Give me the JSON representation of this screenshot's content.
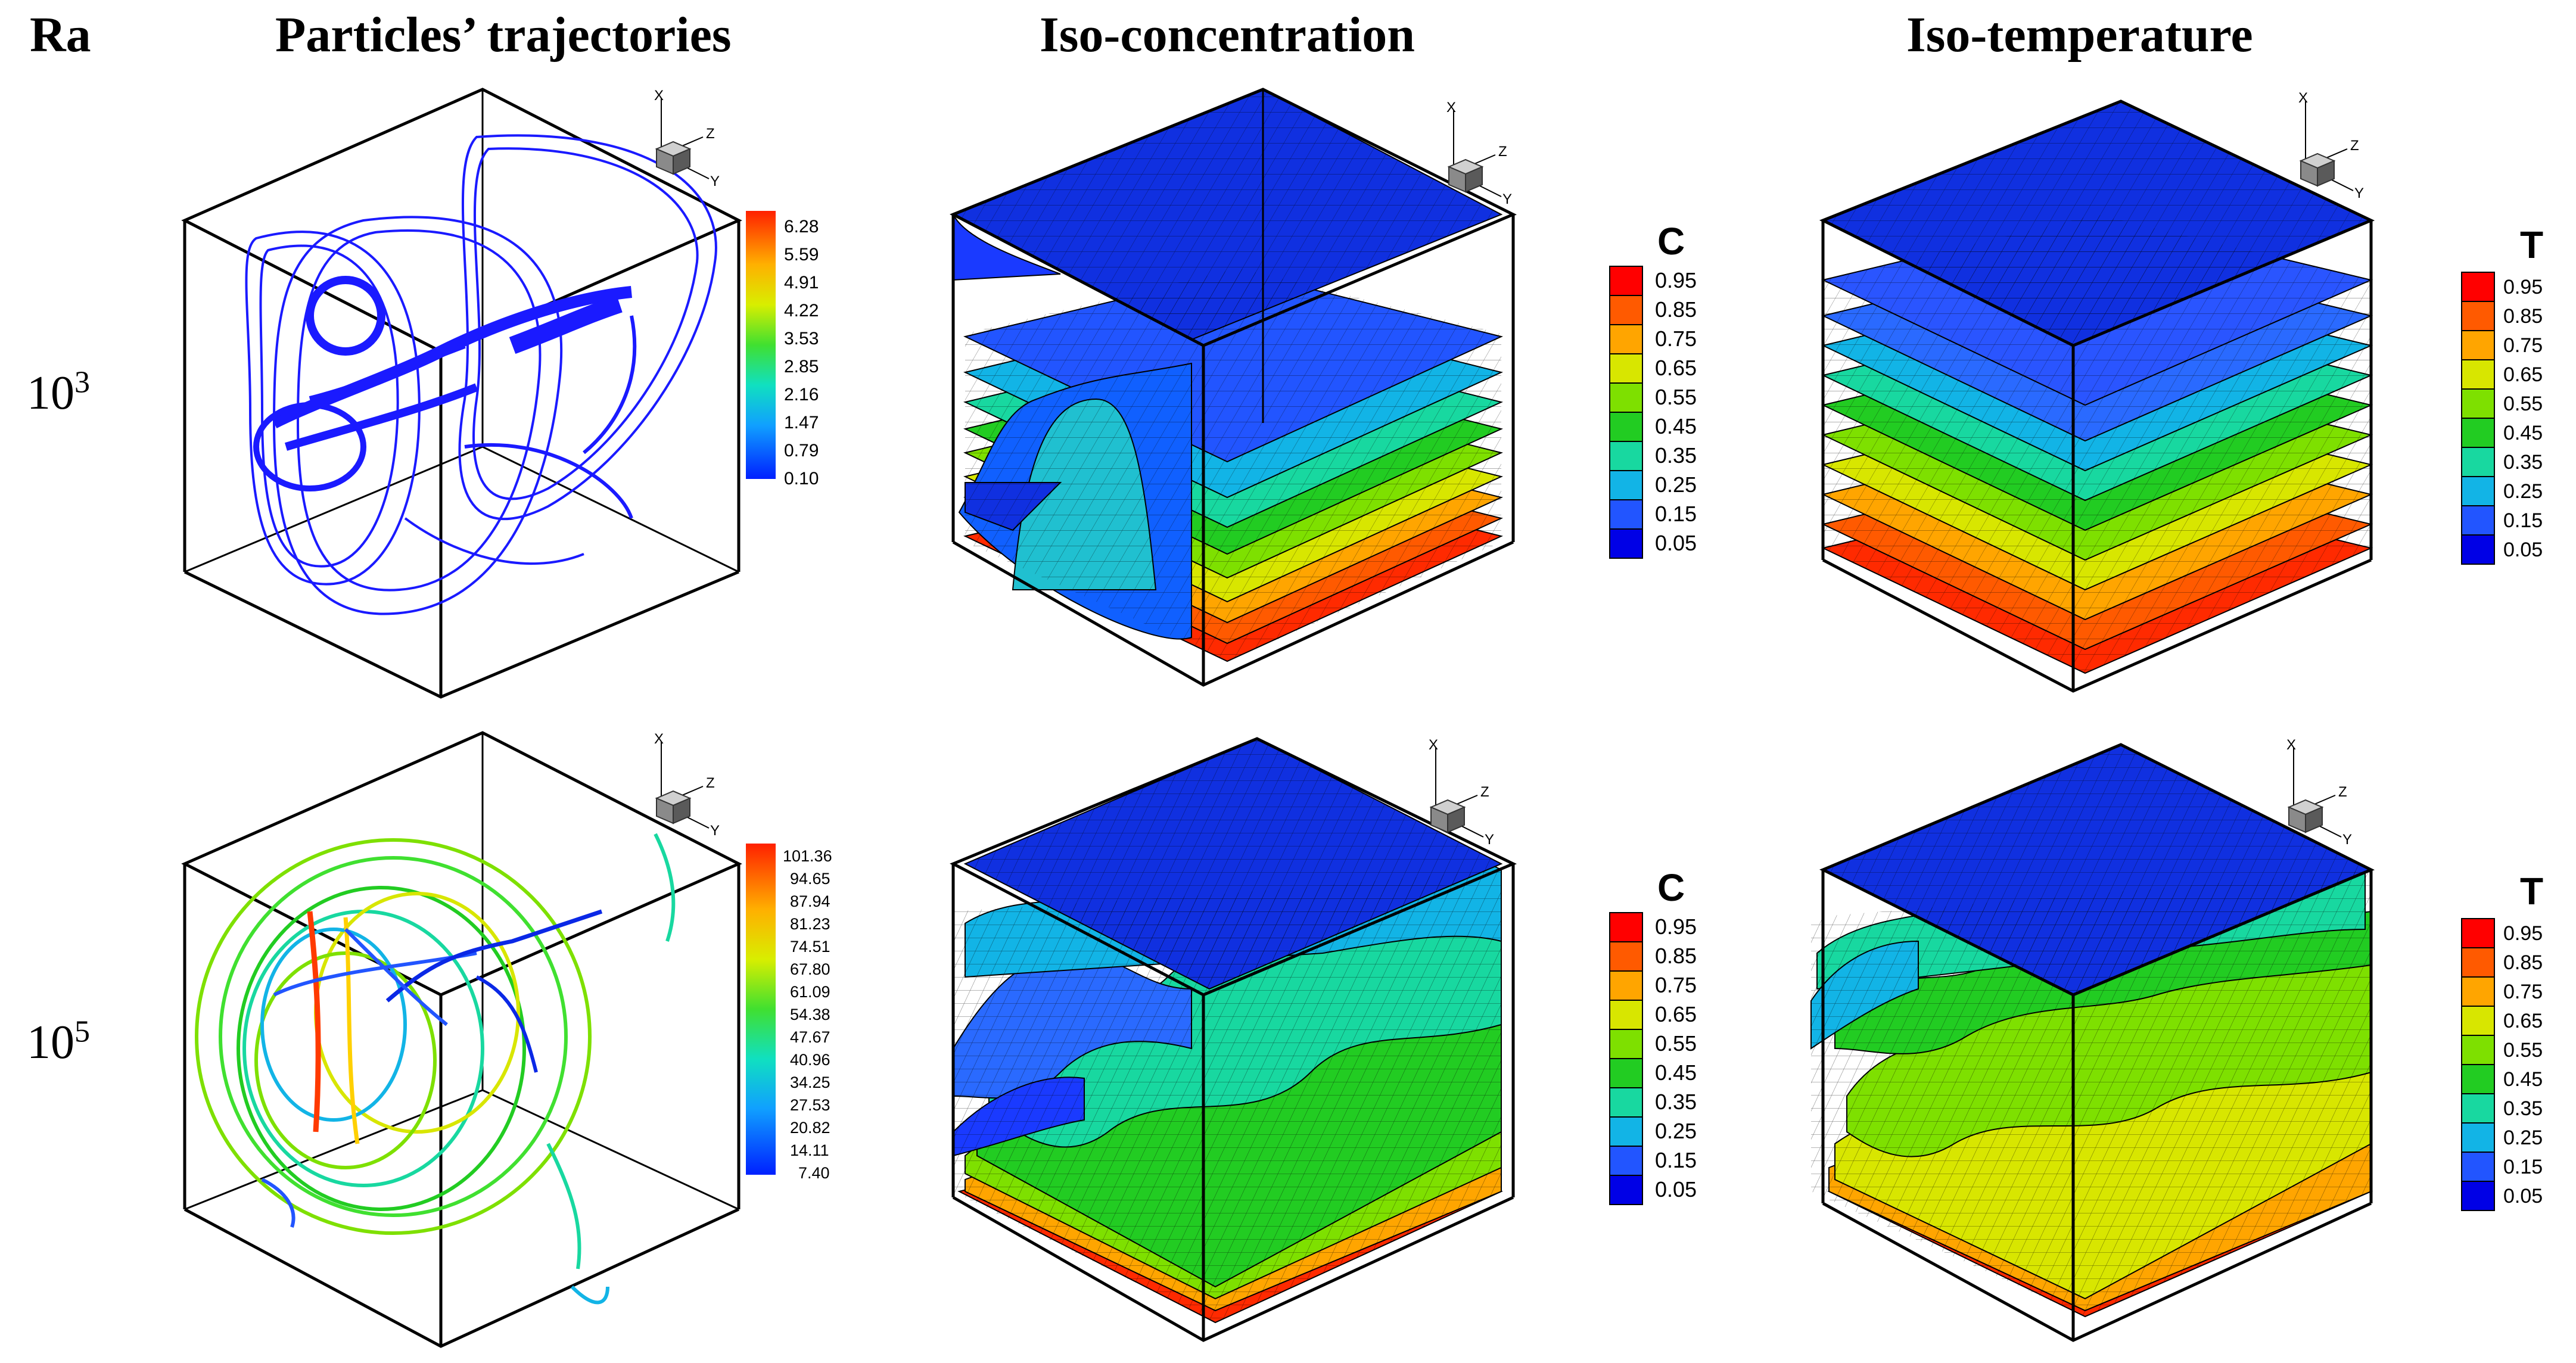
{
  "headers": {
    "ra": "Ra",
    "particles": "Particles’ trajectories",
    "concentration": "Iso-concentration",
    "temperature": "Iso-temperature"
  },
  "rows": [
    {
      "base": "10",
      "exp": "3"
    },
    {
      "base": "10",
      "exp": "5"
    }
  ],
  "axes_labels": {
    "x": "X",
    "y": "Y",
    "z": "Z"
  },
  "colorbars": {
    "particles_row1": {
      "title": "",
      "labels": [
        "6.28",
        "5.59",
        "4.91",
        "4.22",
        "3.53",
        "2.85",
        "2.16",
        "1.47",
        "0.79",
        "0.10"
      ]
    },
    "particles_row2": {
      "title": "",
      "labels": [
        "101.36",
        "94.65",
        "87.94",
        "81.23",
        "74.51",
        "67.80",
        "61.09",
        "54.38",
        "47.67",
        "40.96",
        "34.25",
        "27.53",
        "20.82",
        "14.11",
        "7.40"
      ]
    },
    "concentration": {
      "title": "C",
      "labels": [
        "0.95",
        "0.85",
        "0.75",
        "0.65",
        "0.55",
        "0.45",
        "0.35",
        "0.25",
        "0.15",
        "0.05"
      ]
    },
    "temperature": {
      "title": "T",
      "labels": [
        "0.95",
        "0.85",
        "0.75",
        "0.65",
        "0.55",
        "0.45",
        "0.35",
        "0.25",
        "0.15",
        "0.05"
      ]
    }
  },
  "colors": {
    "scale": [
      "#ff0000",
      "#ff5a00",
      "#ffa500",
      "#d8e600",
      "#7ee000",
      "#22cc22",
      "#18d8a0",
      "#12b4e6",
      "#2255ff",
      "#0000e6"
    ],
    "trajectory_row1": "#1a1aff",
    "iso_top": "#1030e0"
  }
}
